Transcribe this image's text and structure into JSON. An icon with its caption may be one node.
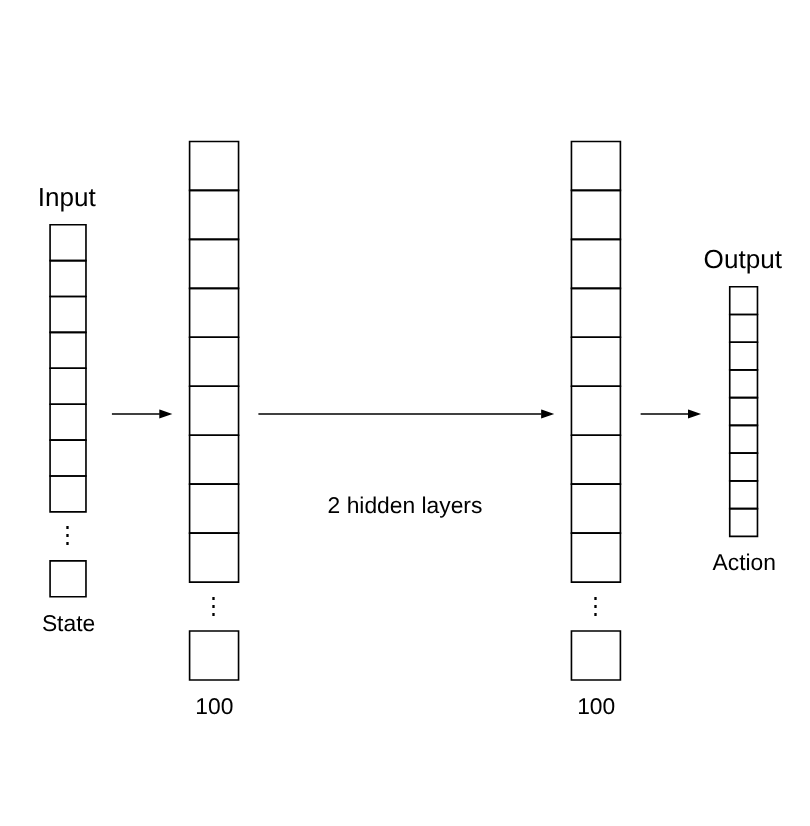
{
  "diagram": {
    "nodes": [
      {
        "text": [
          "Input"
        ],
        "beside": [
          "State"
        ]
      },
      {
        "text": [],
        "shape": "bar",
        "beside": [
          "100"
        ]
      },
      {
        "text": [],
        "shape": "bar",
        "beside": [
          "100"
        ]
      },
      {
        "text": [
          "Output"
        ],
        "beside": [
          "Action"
        ]
      }
    ],
    "edges": [
      {
        "from": 0,
        "to": 1,
        "arrow": "to"
      },
      {
        "from": 1,
        "to": 2,
        "arrow": "to"
      },
      {
        "from": 2,
        "to": 3,
        "arrow": "to"
      }
    ],
    "labels": [
      "⋮",
      "⋮",
      "⋮",
      "2 hidden layers"
    ]
  }
}
